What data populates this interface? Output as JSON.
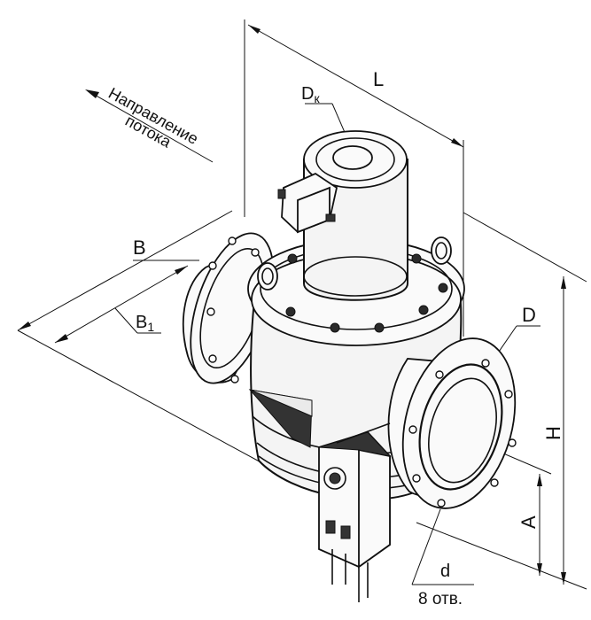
{
  "drawing": {
    "flow_direction_line1": "Направление",
    "flow_direction_line2": "потока",
    "dim_L": "L",
    "dim_Dk_main": "D",
    "dim_Dk_sub": "к",
    "dim_B": "B",
    "dim_B1_main": "B",
    "dim_B1_sub": "1",
    "dim_D": "D",
    "dim_H": "H",
    "dim_A": "A",
    "dim_d": "d",
    "holes_note": "8 отв."
  }
}
